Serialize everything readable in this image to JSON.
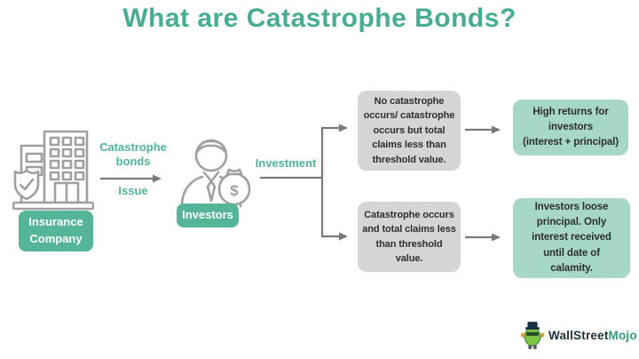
{
  "title": "What are Catastrophe Bonds?",
  "flow": {
    "insurance": {
      "label": "Insurance\nCompany",
      "icon": "building-with-shield-icon"
    },
    "issue_edge": {
      "label_top": "Catastrophe\nbonds",
      "label_bottom": "Issue"
    },
    "investors": {
      "label": "Investors",
      "icon": "businessman-money-bag-icon"
    },
    "investment_edge": {
      "label": "Investment"
    },
    "outcomes": [
      {
        "condition": "No catastrophe\noccurs/ catastrophe\noccurs but total\nclaims less than\nthreshold value.",
        "result": "High returns for\ninvestors\n(interest + principal)"
      },
      {
        "condition": "Catastrophe occurs\nand total claims less\nthan threshold\nvalue.",
        "result": "Investors loose\nprincipal. Only\ninterest received\nuntil date of\ncalamity."
      }
    ]
  },
  "logo": {
    "part1": "WallStreet",
    "part2": "Mojo",
    "icon": "wallstreetmojo-mascot-icon"
  },
  "colors": {
    "title": "#47ad92",
    "teal_label_box": "#55b598",
    "light_teal_box": "#a7d7c8",
    "gray_box": "#d5d5d5",
    "arrow": "#7a7a7a",
    "icon_outline": "#a0a0a0",
    "box_text": "#2e2e2e",
    "logo_dark": "#20303c",
    "logo_green": "#2e9e77"
  }
}
